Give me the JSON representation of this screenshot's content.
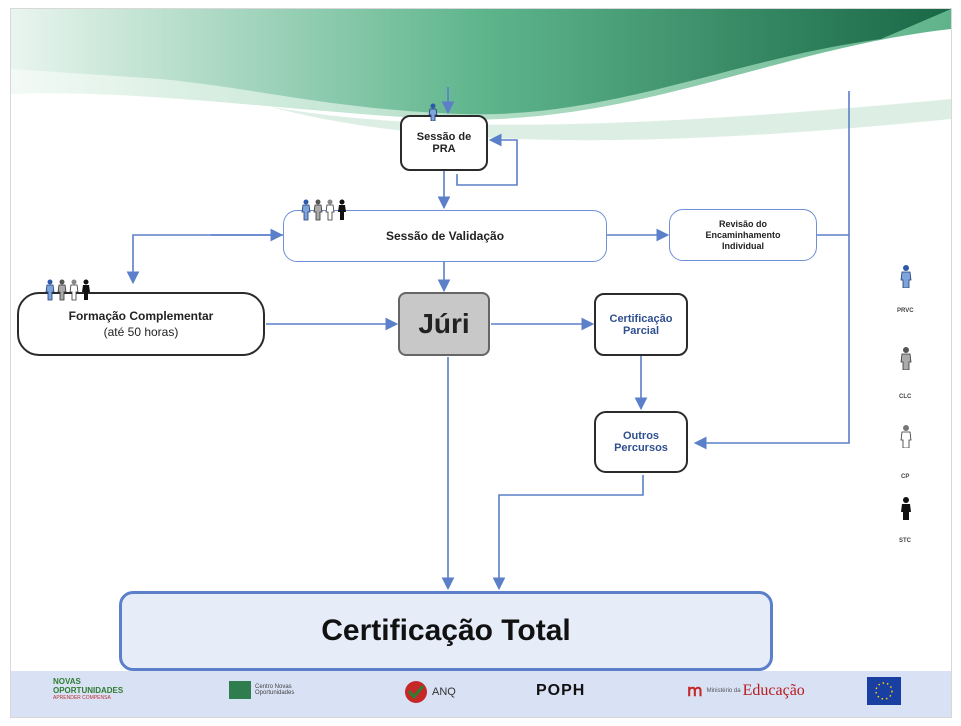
{
  "boxes": {
    "pra": "Sessão de PRA",
    "validacao": "Sessão de Validação",
    "revisao": "Revisão do Encaminhamento Individual",
    "formacao_title": "Formação Complementar",
    "formacao_sub": "(até 50 horas)",
    "juri": "Júri",
    "cert_parcial": "Certificação Parcial",
    "outros": "Outros Percursos",
    "cert_total": "Certificação Total"
  },
  "legend": [
    {
      "label": "PRVC",
      "icon": "person-blue-icon"
    },
    {
      "label": "CLC",
      "icon": "person-grey-icon"
    },
    {
      "label": "CP",
      "icon": "person-white-icon"
    },
    {
      "label": "STC",
      "icon": "person-black-icon"
    }
  ],
  "footer_logos": [
    {
      "text": "NOVAS OPORTUNIDADES",
      "sub": "APRENDER COMPENSA"
    },
    {
      "text": "Centro Novas Oportunidades"
    },
    {
      "text": "ANQ"
    },
    {
      "text": "POPH"
    },
    {
      "text": "Educação",
      "sub": "Ministério da"
    },
    {
      "text": "EU"
    }
  ],
  "colors": {
    "arrow": "#5b7fc9",
    "juri_fill": "#c8c8c8",
    "total_fill": "#e6ecf8",
    "wave_dark": "#1e6b4a",
    "wave_light": "#8cc9a9"
  }
}
